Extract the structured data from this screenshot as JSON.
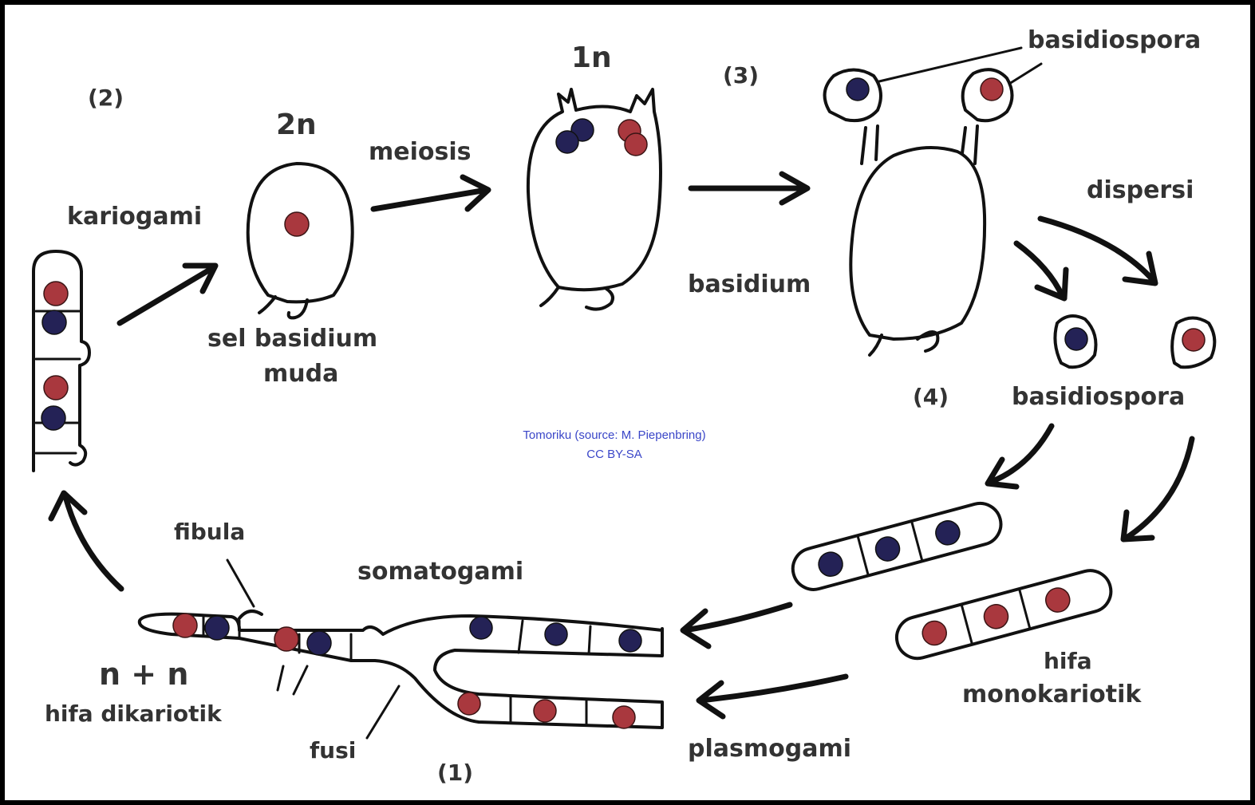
{
  "labels": {
    "step2": "(2)",
    "step3": "(3)",
    "step4": "(4)",
    "step1": "(1)",
    "two_n": "2n",
    "one_n": "1n",
    "n_plus_n": "n + n",
    "kariogami": "kariogami",
    "meiosis": "meiosis",
    "sel_basidium_line1": "sel basidium",
    "sel_basidium_line2": "muda",
    "basidium": "basidium",
    "basidiospora_top": "basidiospora",
    "dispersi": "dispersi",
    "basidiospora_mid": "basidiospora",
    "fibula": "fibula",
    "somatogami": "somatogami",
    "hifa_dikariotik": "hifa dikariotik",
    "fusi": "fusi",
    "plasmogami": "plasmogami",
    "hifa_mono_line1": "hifa",
    "hifa_mono_line2": "monokariotik"
  },
  "credit": {
    "line1": "Tomoriku (source: M. Piepenbring)",
    "line2": "CC BY-SA"
  },
  "colors": {
    "nucleus_red": "#a9383e",
    "nucleus_blue": "#242256",
    "outline": "#111111",
    "background": "#ffffff",
    "frame": "#000000"
  },
  "icons": [
    "arrow",
    "nucleus",
    "cell"
  ]
}
